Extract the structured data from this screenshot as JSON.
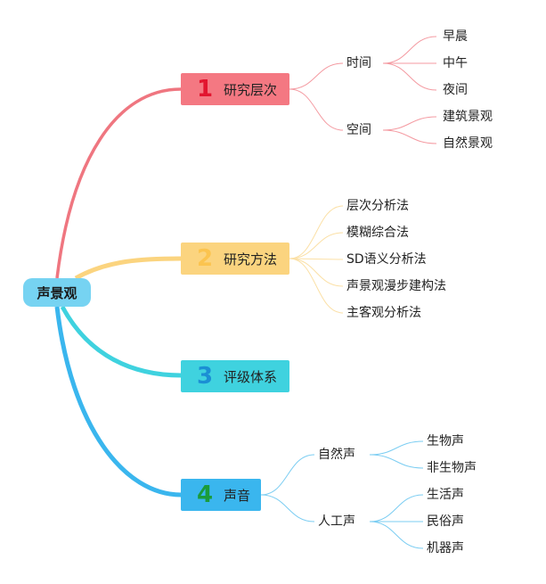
{
  "root": {
    "label": "声景观"
  },
  "branches": [
    {
      "number": "1",
      "label": "研究层次",
      "children": [
        {
          "label": "时间",
          "children": [
            "早晨",
            "中午",
            "夜间"
          ]
        },
        {
          "label": "空间",
          "children": [
            "建筑景观",
            "自然景观"
          ]
        }
      ]
    },
    {
      "number": "2",
      "label": "研究方法",
      "children": [
        "层次分析法",
        "模糊综合法",
        "SD语义分析法",
        "声景观漫步建构法",
        "主客观分析法"
      ]
    },
    {
      "number": "3",
      "label": "评级体系",
      "children": []
    },
    {
      "number": "4",
      "label": "声音",
      "children": [
        {
          "label": "自然声",
          "children": [
            "生物声",
            "非生物声"
          ]
        },
        {
          "label": "人工声",
          "children": [
            "生活声",
            "民俗声",
            "机器声"
          ]
        }
      ]
    }
  ],
  "colors": {
    "branch1": "#f47882",
    "branch2": "#fbd47f",
    "branch3": "#3fd2df",
    "branch4": "#3ab6ee",
    "root": "#76d3f2"
  }
}
